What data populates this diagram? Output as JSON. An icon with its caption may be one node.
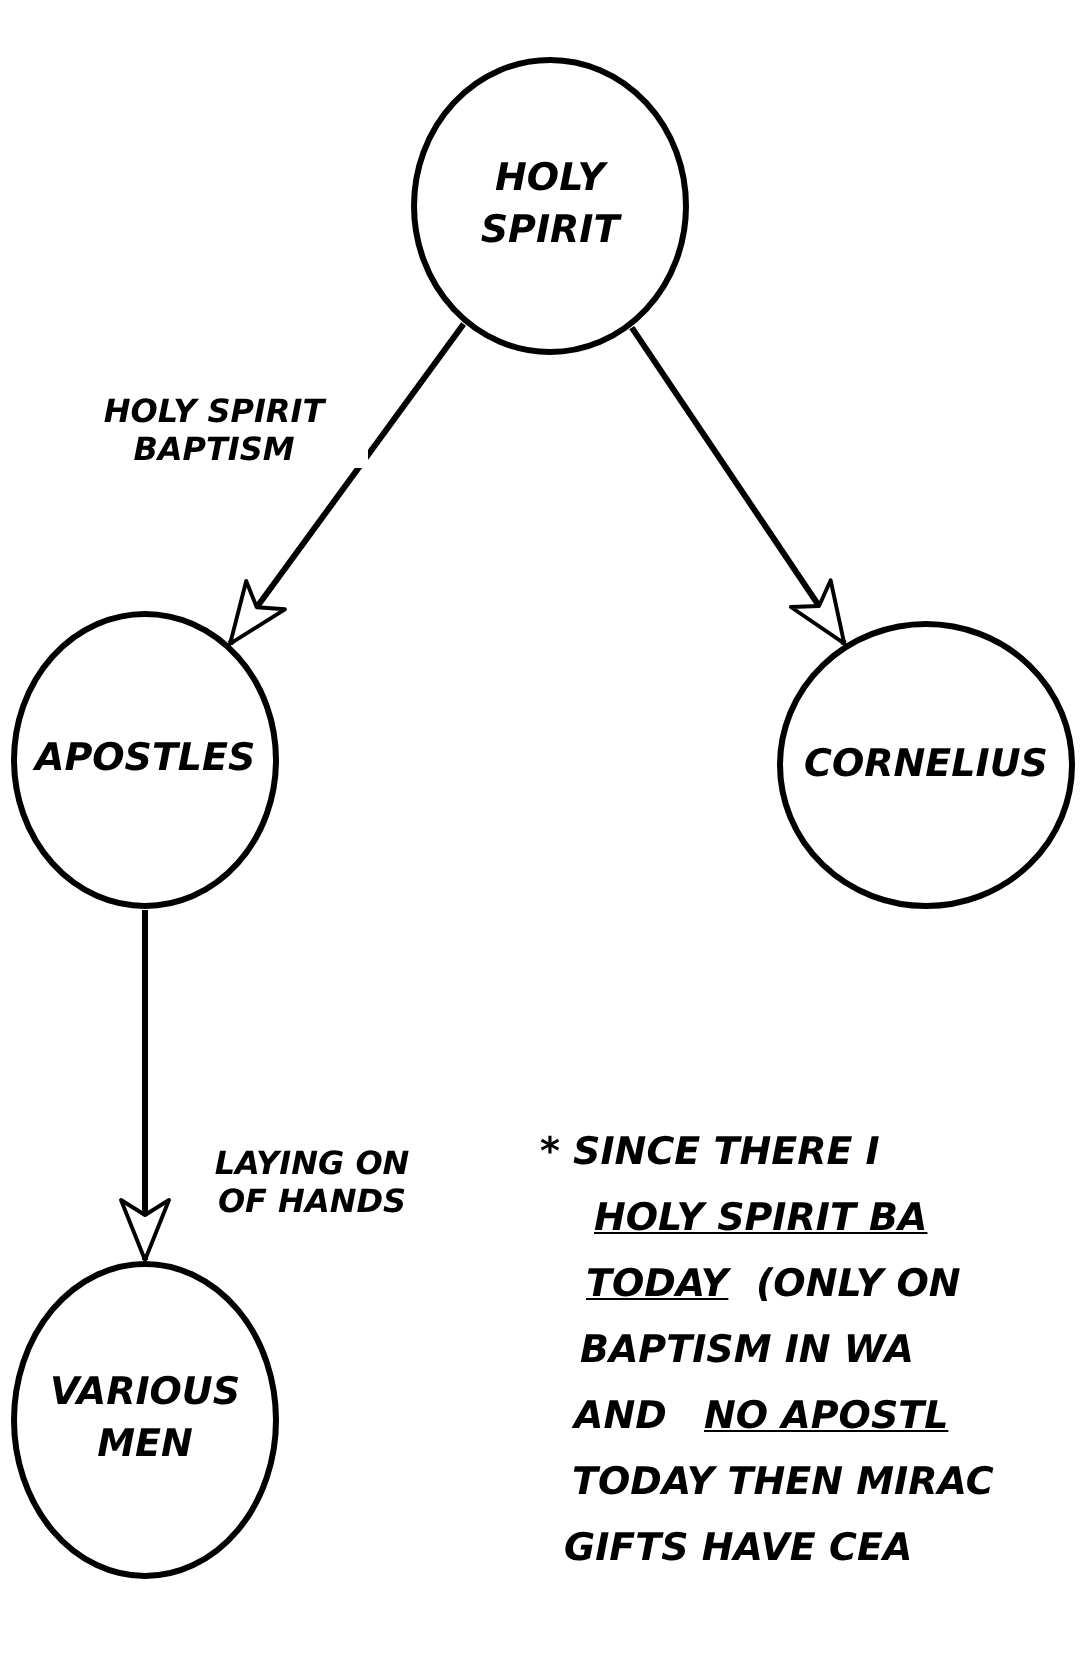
{
  "diagram": {
    "nodes": [
      {
        "text": [
          "HOLY SPIRIT"
        ]
      },
      {
        "text": [
          "APOSTLES"
        ]
      },
      {
        "text": [
          "CORNELIUS"
        ]
      },
      {
        "text": [
          "VARIOUS MEN"
        ]
      }
    ],
    "edges": [
      {
        "from": 0,
        "to": 1,
        "arrow": "to",
        "label": "HOLY SPIRIT BAPTISM"
      },
      {
        "from": 0,
        "to": 2,
        "arrow": "to"
      },
      {
        "from": 1,
        "to": 3,
        "arrow": "to",
        "label": "LAYING ON OF HANDS"
      }
    ],
    "labels": [
      "* SINCE THERE I",
      "HOLY SPIRIT BA",
      "TODAY",
      "(ONLY ON",
      "BAPTISM IN WA",
      "AND",
      "NO APOSTL",
      "TODAY THEN MIRAC",
      "GIFTS HAVE CEA"
    ]
  }
}
